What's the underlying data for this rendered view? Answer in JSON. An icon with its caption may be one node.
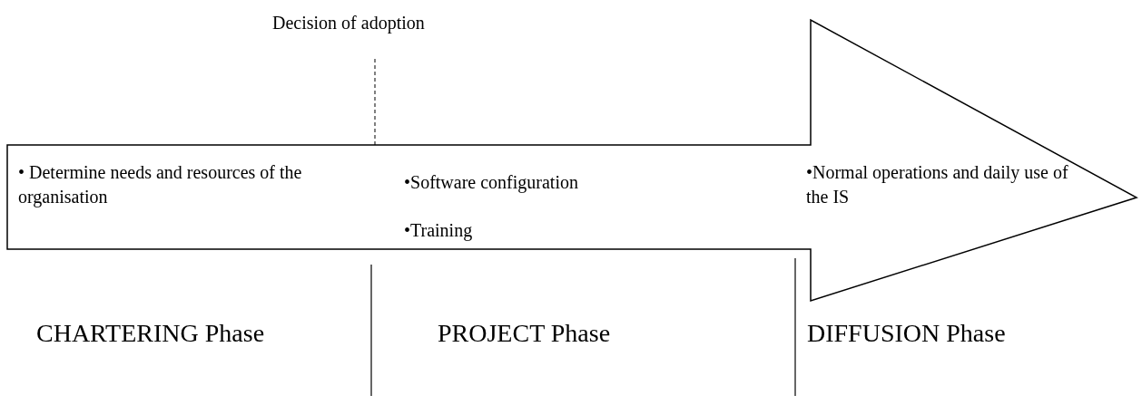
{
  "diagram": {
    "nodes": [
      {
        "text": [
          "• Determine needs and resources of the organisation",
          "•Software configuration",
          "•Training",
          "•Normal operations and daily use of the IS"
        ]
      }
    ],
    "labels": [
      "Decision of adoption",
      "CHARTERING Phase",
      "PROJECT Phase",
      "DIFFUSION Phase"
    ]
  }
}
